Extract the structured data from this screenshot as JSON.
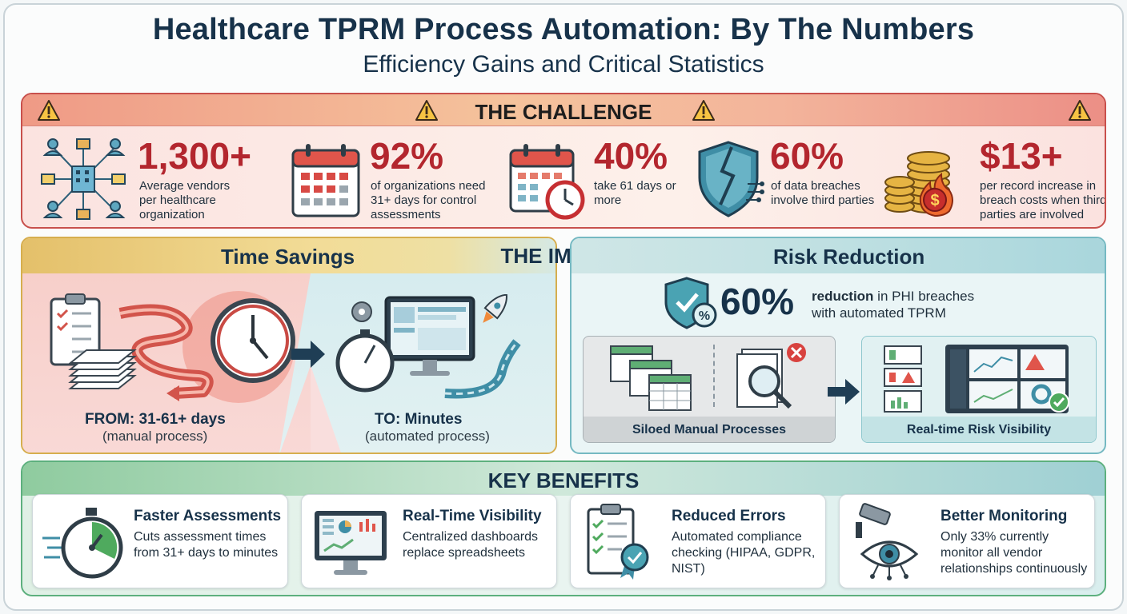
{
  "header": {
    "title": "Healthcare TPRM Process Automation: By The Numbers",
    "subtitle": "Efficiency Gains and Critical Statistics"
  },
  "challenge": {
    "title": "THE CHALLENGE",
    "stats": [
      {
        "value": "1,300+",
        "text": "Average vendors per healthcare organization",
        "icon": "vendor-network-icon"
      },
      {
        "value": "92%",
        "text": "of organizations need 31+ days for control assessments",
        "icon": "calendar-checked-icon"
      },
      {
        "value": "40%",
        "text": "take 61 days or more",
        "icon": "calendar-clock-icon"
      },
      {
        "value": "60%",
        "text": "of data breaches involve third parties",
        "icon": "broken-shield-icon"
      },
      {
        "value": "$13+",
        "text": "per record increase in breach costs when third parties are involved",
        "icon": "burning-coins-icon"
      }
    ]
  },
  "impact": {
    "title": "THE IMPACT",
    "time_savings": {
      "heading": "Time Savings",
      "from_label": "FROM: 31-61+ days",
      "from_note": "(manual process)",
      "to_label": "TO: Minutes",
      "to_note": "(automated process)"
    },
    "risk_reduction": {
      "heading": "Risk Reduction",
      "value": "60%",
      "desc_bold": "reduction",
      "desc_rest": " in PHI breaches",
      "desc_line2": "with automated TPRM",
      "left_panel": "Siloed Manual Processes",
      "right_panel": "Real-time Risk Visibility"
    }
  },
  "benefits": {
    "title": "KEY BENEFITS",
    "cards": [
      {
        "title": "Faster Assessments",
        "text": "Cuts assessment times from 31+ days to minutes",
        "icon": "stopwatch-icon"
      },
      {
        "title": "Real-Time Visibility",
        "text": "Centralized dashboards replace spreadsheets",
        "icon": "dashboard-monitor-icon"
      },
      {
        "title": "Reduced Errors",
        "text": "Automated compliance checking (HIPAA, GDPR, NIST)",
        "icon": "checklist-badge-icon"
      },
      {
        "title": "Better Monitoring",
        "text": "Only 33% currently monitor all vendor relationships continuously",
        "icon": "camera-eye-icon"
      }
    ]
  },
  "colors": {
    "navy": "#17324a",
    "challenge_red": "#b3262e",
    "teal": "#2f8c95",
    "green": "#5db07e",
    "gold": "#d6ae4e"
  }
}
